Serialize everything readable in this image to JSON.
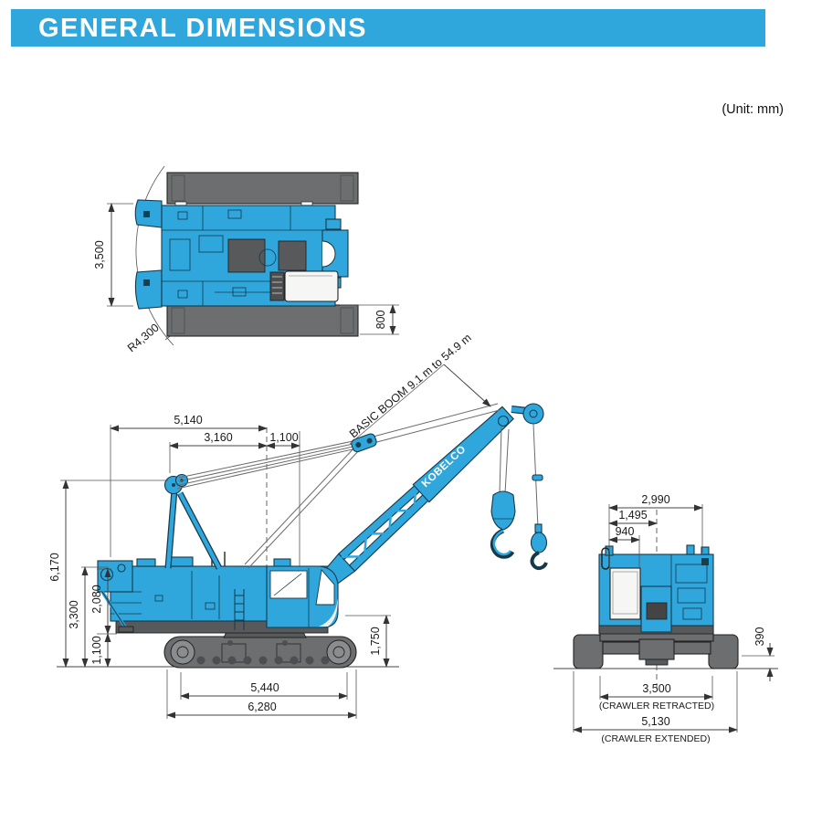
{
  "header": {
    "title": "GENERAL DIMENSIONS",
    "unit_note": "(Unit: mm)"
  },
  "brand": "KOBELCO",
  "colors": {
    "accent": "#2FA7DC",
    "machine_blue": "#2FA7DC",
    "crawler_gray": "#6D6E70",
    "dark_gray": "#58595B",
    "line": "#222222"
  },
  "top_view": {
    "label_3500": "3,500",
    "label_r4300": "R4,300",
    "label_800": "800"
  },
  "side_view": {
    "boom_note": "BASIC BOOM 9.1 m to 54.9 m",
    "label_5140": "5,140",
    "label_3160": "3,160",
    "label_1100_axis": "1,100",
    "label_6170": "6,170",
    "label_3300": "3,300",
    "label_2080": "2,080",
    "label_1100_lower": "1,100",
    "label_1750": "1,750",
    "label_5440": "5,440",
    "label_6280": "6,280"
  },
  "rear_view": {
    "label_2990": "2,990",
    "label_1495": "1,495",
    "label_940": "940",
    "label_390": "390",
    "label_3500": "3,500",
    "note_retracted": "(CRAWLER RETRACTED)",
    "label_5130": "5,130",
    "note_extended": "(CRAWLER EXTENDED)"
  }
}
